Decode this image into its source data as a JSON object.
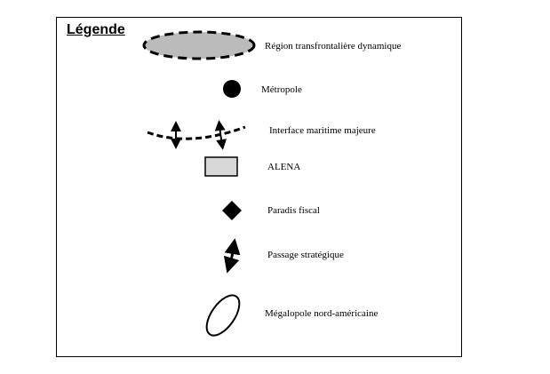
{
  "legend": {
    "title": "Légende",
    "items": [
      {
        "id": "region",
        "label": "Région transfrontalière dynamique",
        "icon": "dashed-gray-ellipse-icon",
        "fill": "#bbbbbb"
      },
      {
        "id": "metropole",
        "label": "Métropole",
        "icon": "black-circle-icon"
      },
      {
        "id": "interface",
        "label": "Interface maritime majeure",
        "icon": "dashed-arc-with-arrows-icon"
      },
      {
        "id": "alena",
        "label": "ALENA",
        "icon": "gray-rectangle-icon",
        "fill": "#d8d8d8"
      },
      {
        "id": "paradis",
        "label": "Paradis fiscal",
        "icon": "black-diamond-icon"
      },
      {
        "id": "passage",
        "label": "Passage stratégique",
        "icon": "double-arrow-icon"
      },
      {
        "id": "megalopole",
        "label": "Mégalopole nord-américaine",
        "icon": "ellipse-outline-icon"
      }
    ]
  }
}
